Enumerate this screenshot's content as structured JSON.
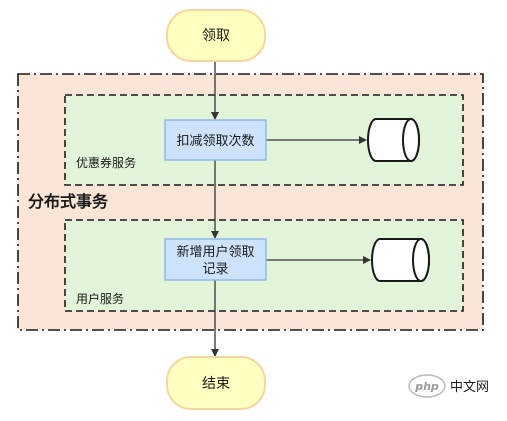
{
  "nodes": {
    "start": "领取",
    "end": "结束",
    "deduct": "扣减领取次数",
    "add_record_line1": "新增用户领取",
    "add_record_line2": "记录"
  },
  "groups": {
    "distributed_tx": "分布式事务",
    "coupon_service": "优惠券服务",
    "user_service": "用户服务"
  },
  "watermark": {
    "logo_text": "php",
    "site_text": "中文网"
  },
  "colors": {
    "terminal_fill": "#ffffc0",
    "terminal_stroke": "#f5d6a0",
    "outer_fill": "#fbe5d6",
    "service_fill": "#e2f5d9",
    "process_fill": "#cde3fb",
    "process_stroke": "#8fb8ea"
  }
}
